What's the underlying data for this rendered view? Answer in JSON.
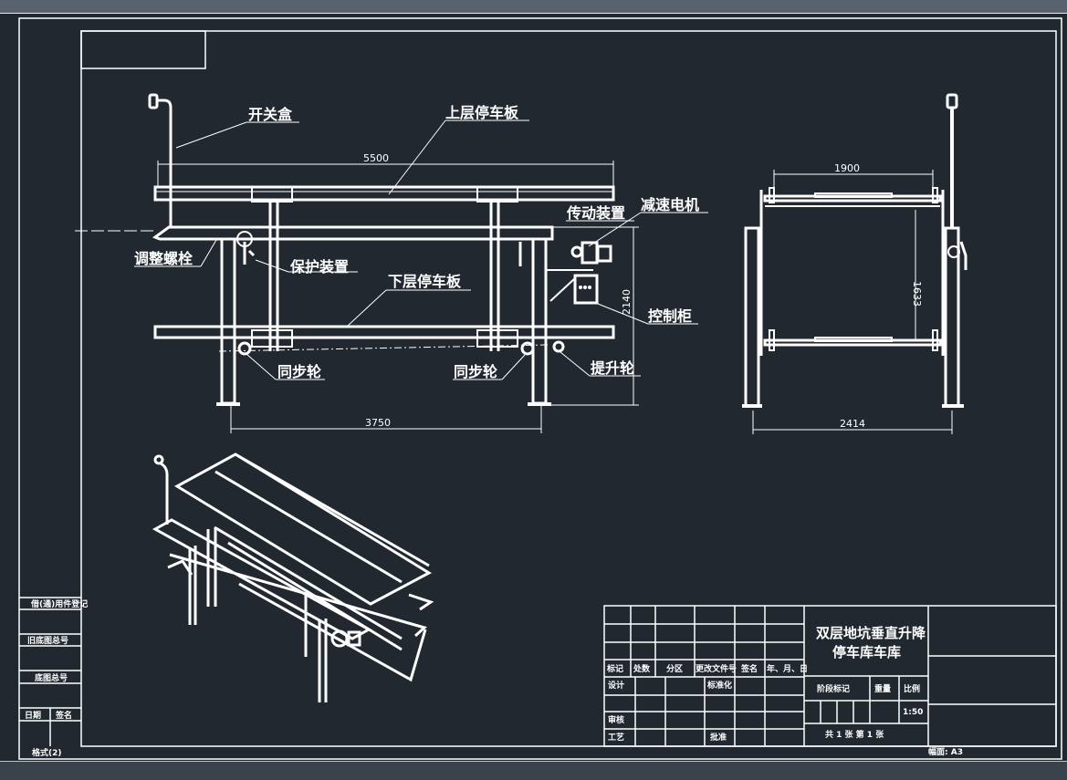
{
  "colors": {
    "background": "#212830",
    "lines": "#ffffff",
    "topbar": "#59636f",
    "bottombar": "#3a424c"
  },
  "front_view": {
    "labels": {
      "switch_box": "开关盒",
      "upper_platform": "上层停车板",
      "adjust_bolt": "调整螺栓",
      "protection_device": "保护装置",
      "lower_platform": "下层停车板",
      "transmission": "传动装置",
      "gear_motor": "减速电机",
      "control_cabinet": "控制柜",
      "sync_wheel_left": "同步轮",
      "sync_wheel_right": "同步轮",
      "lift_wheel": "提升轮"
    },
    "dimensions": {
      "overall_length": "5500",
      "column_span": "3750",
      "height": "2140"
    }
  },
  "side_view": {
    "dimensions": {
      "platform_width": "1900",
      "level_gap": "1633",
      "overall_width": "2414"
    }
  },
  "left_strip": {
    "rows": [
      "借(通)用件登记",
      "旧底图总号",
      "底图总号"
    ],
    "date_label": "日期",
    "sign_label": "签名",
    "format_label": "格式(2)"
  },
  "title_block": {
    "title_line1": "双层地坑垂直升降",
    "title_line2": "停车库车库",
    "header_row": [
      "标记",
      "处数",
      "分区",
      "更改文件号",
      "签名",
      "年、月、日"
    ],
    "design": "设计",
    "standardization": "标准化",
    "review": "审核",
    "process": "工艺",
    "approve": "批准",
    "stage_mark": "阶段标记",
    "weight": "重量",
    "scale": "比例",
    "scale_value": "1:50",
    "sheets": "共 1 张    第 1 张",
    "sheet_size": "幅面: A3"
  }
}
